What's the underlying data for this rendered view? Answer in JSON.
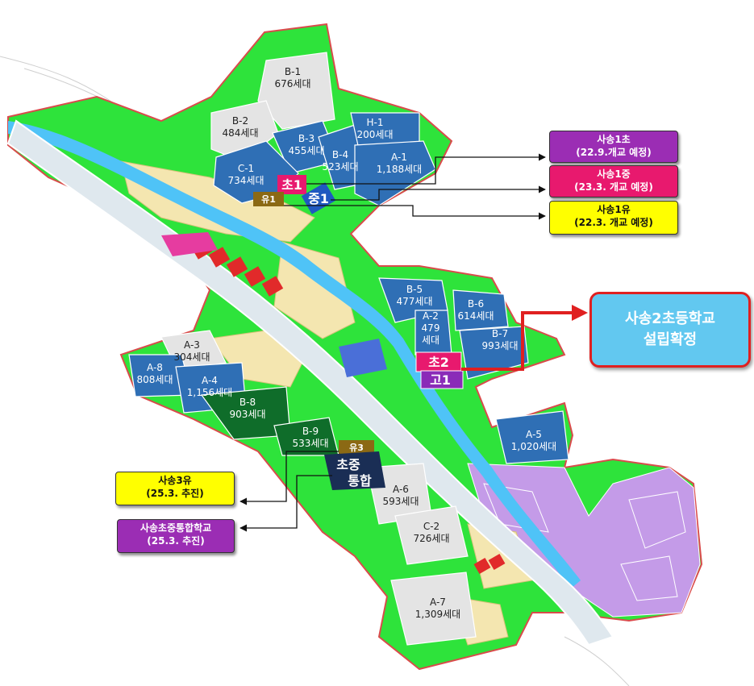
{
  "colors": {
    "green_base": "#2ee33b",
    "river": "#4fc3f7",
    "road": "#dfe8ee",
    "block_blue": "#2f6fb5",
    "block_gray": "#e4e4e4",
    "block_darkgreen": "#0f6d2a",
    "residential_lavender": "#c49be8",
    "villa_cream": "#f4e6b0",
    "school_pink": "#e8196e",
    "school_purple": "#8a2bb8",
    "school_navy": "#1a2e55",
    "kinder_brown": "#8b6914",
    "arrow_red": "#e02020"
  },
  "blocks": [
    {
      "id": "B-1",
      "units": "676세대"
    },
    {
      "id": "B-2",
      "units": "484세대"
    },
    {
      "id": "B-3",
      "units": "455세대"
    },
    {
      "id": "B-4",
      "units": "523세대"
    },
    {
      "id": "H-1",
      "units": "200세대"
    },
    {
      "id": "A-1",
      "units": "1,188세대"
    },
    {
      "id": "C-1",
      "units": "734세대"
    },
    {
      "id": "B-5",
      "units": "477세대"
    },
    {
      "id": "A-2",
      "units": "479",
      "extra": "세대"
    },
    {
      "id": "B-6",
      "units": "614세대"
    },
    {
      "id": "B-7",
      "units": "993세대"
    },
    {
      "id": "A-3",
      "units": "304세대"
    },
    {
      "id": "A-8",
      "units": "808세대"
    },
    {
      "id": "A-4",
      "units": "1,156세대"
    },
    {
      "id": "B-8",
      "units": "903세대"
    },
    {
      "id": "B-9",
      "units": "533세대"
    },
    {
      "id": "A-5",
      "units": "1,020세대"
    },
    {
      "id": "A-6",
      "units": "593세대"
    },
    {
      "id": "C-2",
      "units": "726세대"
    },
    {
      "id": "A-7",
      "units": "1,309세대"
    }
  ],
  "school_marks": {
    "cho1": "초1",
    "jung1": "중1",
    "yu1": "유1",
    "cho2": "초2",
    "go1": "고1",
    "yu3": "유3",
    "chojung_line1": "초중",
    "chojung_line2": "통합"
  },
  "callouts": {
    "sasong1cho": {
      "line1": "사송1초",
      "line2": "(22.9.개교 예정)"
    },
    "sasong1jung": {
      "line1": "사송1중",
      "line2": "(23.3. 개교 예정)"
    },
    "sasong1yu": {
      "line1": "사송1유",
      "line2": "(22.3. 개교 예정)"
    },
    "sasong2cho": {
      "line1": "사송2초등학교",
      "line2": "설립확정"
    },
    "sasong3yu": {
      "line1": "사송3유",
      "line2": "(25.3. 추진)"
    },
    "sasong_integrated": {
      "line1": "사송초중통합학교",
      "line2": "(25.3. 추진)"
    }
  }
}
